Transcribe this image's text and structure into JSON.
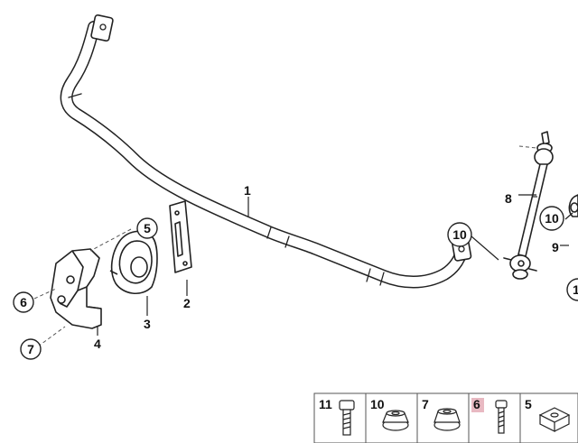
{
  "callouts": {
    "c1": "1",
    "c2": "2",
    "c3": "3",
    "c4": "4",
    "c5": "5",
    "c6": "6",
    "c7": "7",
    "c8": "8",
    "c9": "9",
    "c10a": "10",
    "c10b": "10",
    "c11_partial": "1"
  },
  "parts_strip": [
    {
      "num": "11",
      "icon": "bolt-icon",
      "highlight": false
    },
    {
      "num": "10",
      "icon": "flange-nut-icon",
      "highlight": false
    },
    {
      "num": "7",
      "icon": "flange-nut-icon",
      "highlight": false
    },
    {
      "num": "6",
      "icon": "screw-icon",
      "highlight": true
    },
    {
      "num": "5",
      "icon": "square-nut-icon",
      "highlight": false
    }
  ],
  "colors": {
    "line": "#222222",
    "highlight": "#e8b9c2",
    "strip_border": "#555555"
  }
}
